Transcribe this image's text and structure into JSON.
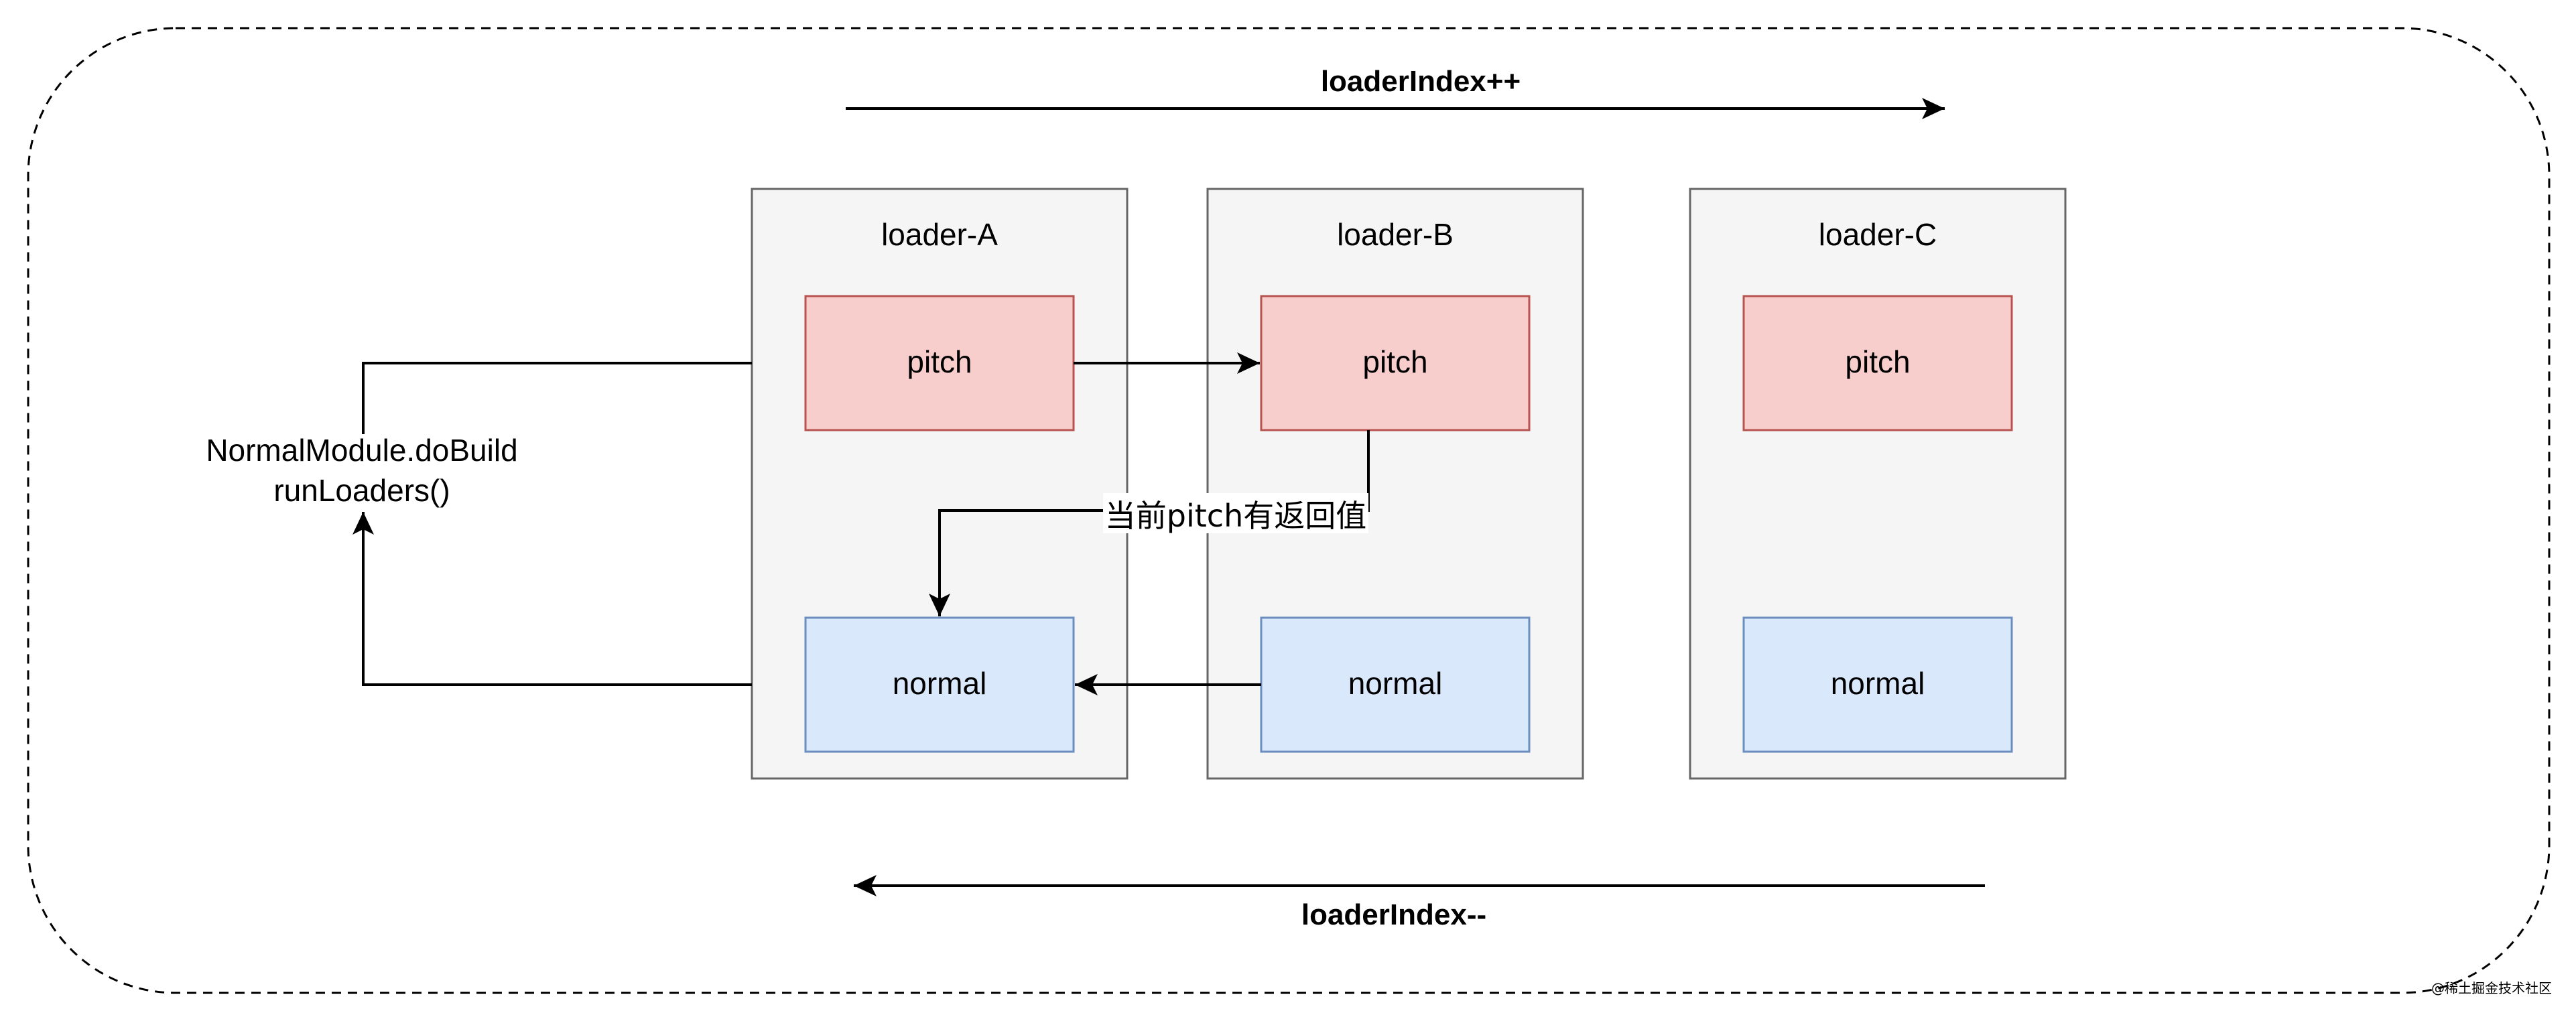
{
  "top_arrow_label": "loaderIndex++",
  "bottom_arrow_label": "loaderIndex--",
  "entry": {
    "line1": "NormalModule.doBuild",
    "line2": "runLoaders()"
  },
  "loaders": [
    {
      "title": "loader-A",
      "pitch_label": "pitch",
      "normal_label": "normal"
    },
    {
      "title": "loader-B",
      "pitch_label": "pitch",
      "normal_label": "normal"
    },
    {
      "title": "loader-C",
      "pitch_label": "pitch",
      "normal_label": "normal"
    }
  ],
  "return_label": "当前pitch有返回值",
  "watermark": "@稀土掘金技术社区",
  "colors": {
    "container_fill": "#f5f5f5",
    "container_stroke": "#666666",
    "pitch_fill": "#f8cecc",
    "pitch_stroke": "#b85450",
    "normal_fill": "#dae8fc",
    "normal_stroke": "#6c8ebf",
    "return_label_color": "#67ab9f"
  }
}
